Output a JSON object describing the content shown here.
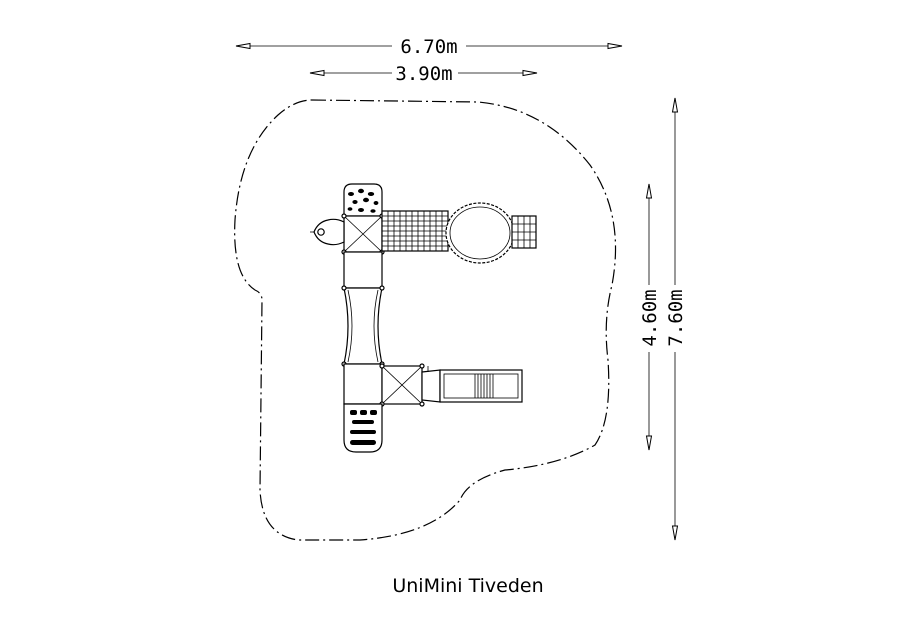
{
  "dimensions": {
    "overall_width": "6.70m",
    "inner_width": "3.90m",
    "inner_height": "4.60m",
    "overall_height": "7.60m"
  },
  "product": {
    "name": "UniMini Tiveden"
  }
}
